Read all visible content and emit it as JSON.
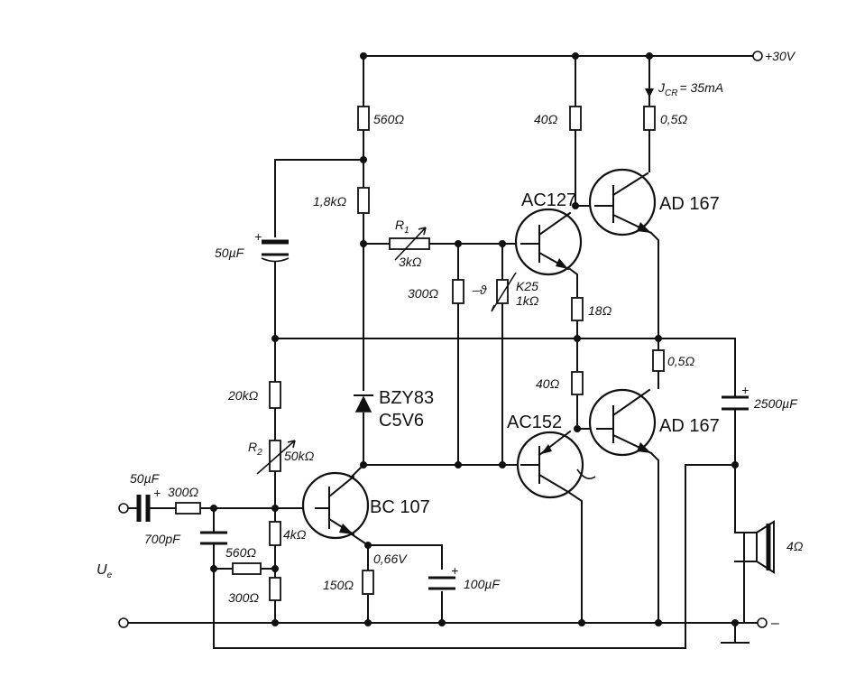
{
  "supply": {
    "positive": "+30V",
    "negative": "–"
  },
  "current_label": {
    "main": "J",
    "sub": "CR",
    "value": "= 35mA"
  },
  "input_label": {
    "main": "U",
    "sub": "e"
  },
  "transistors": {
    "t_ac127": "AC127",
    "t_ad167_top": "AD 167",
    "t_ac152": "AC152",
    "t_ad167_bottom": "AD 167",
    "t_bc107": "BC 107"
  },
  "resistors": {
    "r_560_top": "560Ω",
    "r_1k8": "1,8kΩ",
    "r_40_top": "40Ω",
    "r_0_5_top": "0,5Ω",
    "r1_value": "3kΩ",
    "r_300_bias": "300Ω",
    "r_k25_name": "K25",
    "r_k25_value": "1kΩ",
    "r_18": "18Ω",
    "r_0_5_bottom": "0,5Ω",
    "r_40_bottom": "40Ω",
    "r_20k": "20kΩ",
    "r2_value": "50kΩ",
    "r_300_input": "300Ω",
    "r_4k": "4kΩ",
    "r_560_feedback": "560Ω",
    "r_300_bottom": "300Ω",
    "r_150": "150Ω"
  },
  "resistor_names": {
    "r1": "R",
    "r1_sub": "1",
    "r2": "R",
    "r2_sub": "2"
  },
  "thermistor_symbol": "–ϑ",
  "capacitors": {
    "c_50u_boot": "50µF",
    "c_50u_input": "50µF",
    "c_700p": "700pF",
    "c_100u": "100µF",
    "c_2500u": "2500µF"
  },
  "polarity_plus": "+",
  "zener": {
    "line1": "BZY83",
    "line2": "C5V6"
  },
  "voltage_label": "0,66V",
  "speaker_label": "4Ω"
}
